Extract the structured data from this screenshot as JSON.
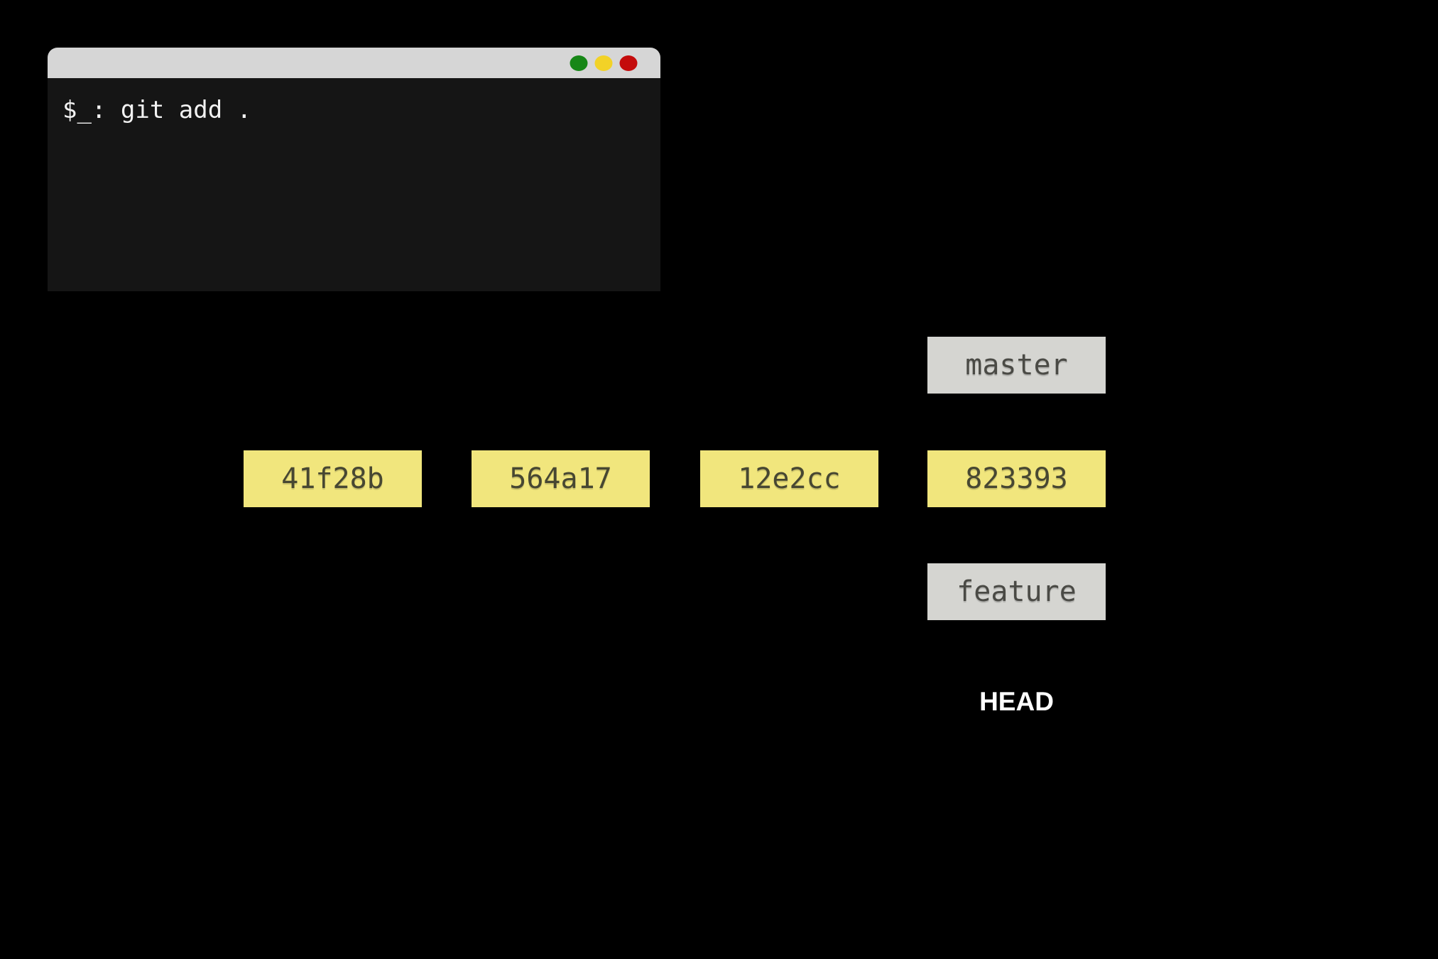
{
  "page": {
    "background_color": "#000000"
  },
  "terminal": {
    "prompt_line": "$_: git add .",
    "titlebar_color": "#d6d6d6",
    "body_color": "#151515",
    "text_color": "#f2f2f2",
    "traffic_lights": [
      {
        "name": "green-button",
        "color": "#178717"
      },
      {
        "name": "yellow-button",
        "color": "#f2d227"
      },
      {
        "name": "red-button",
        "color": "#c40c0c"
      }
    ]
  },
  "git_graph": {
    "commit_box_color": "#f1e67d",
    "commit_text_color": "#474732",
    "branch_label_box_color": "#d5d5d1",
    "branch_label_text_color": "#4a4a45",
    "commits": [
      {
        "id": "41f28b"
      },
      {
        "id": "564a17"
      },
      {
        "id": "12e2cc"
      },
      {
        "id": "823393"
      }
    ],
    "master_branch_label": "master",
    "feature_branch_label": "feature",
    "head_label": "HEAD"
  }
}
